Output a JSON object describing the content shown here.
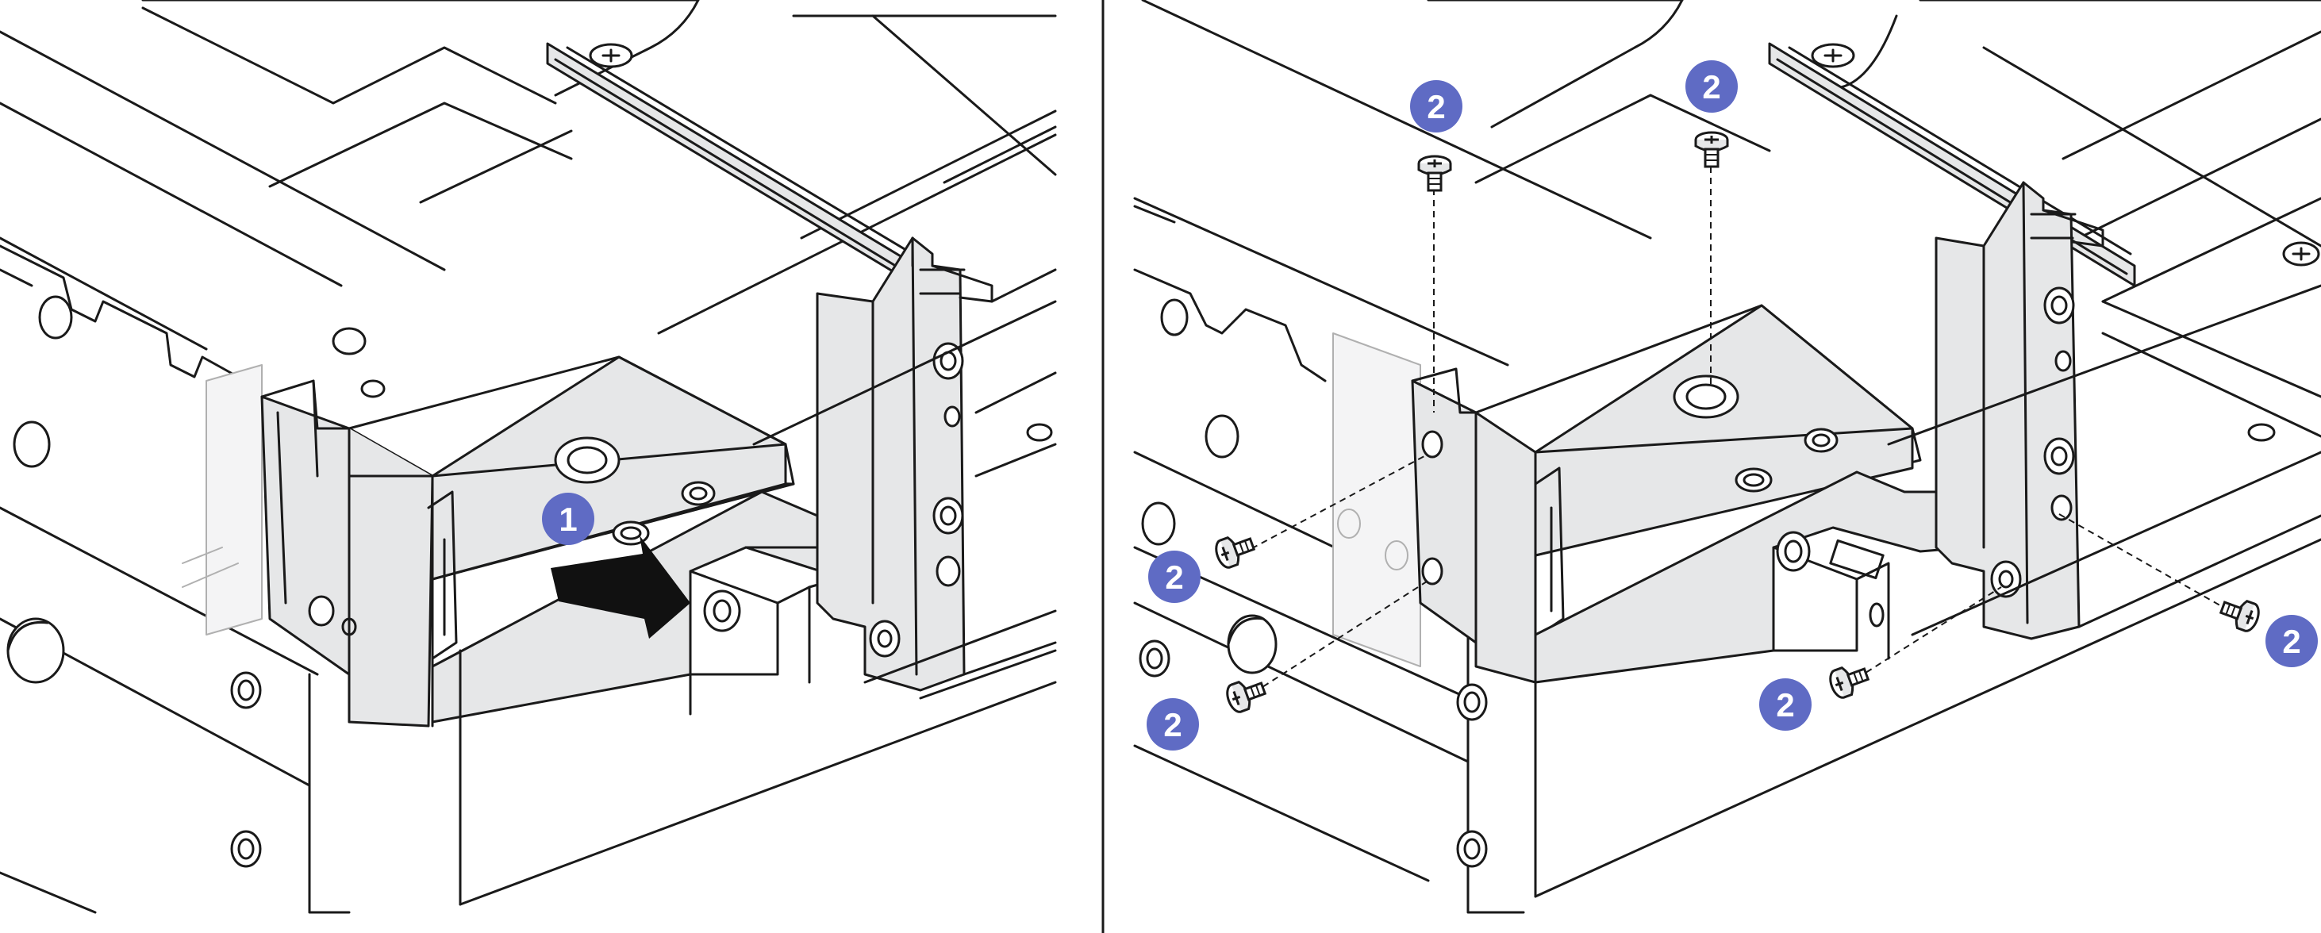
{
  "colors": {
    "background": "#ffffff",
    "line": "#1a1a1a",
    "bracket_fill": "#e6e7e8",
    "callout": "#5f6bc4",
    "callout_text": "#ffffff",
    "arrow": "#111111"
  },
  "panels": [
    {
      "name": "step-1-panel",
      "callouts": [
        {
          "label": "1"
        }
      ]
    },
    {
      "name": "step-2-panel",
      "callouts": [
        {
          "label": "2"
        },
        {
          "label": "2"
        },
        {
          "label": "2"
        },
        {
          "label": "2"
        },
        {
          "label": "2"
        },
        {
          "label": "2"
        }
      ]
    }
  ],
  "icons": [
    "phillips-screw-icon",
    "push-arrow-icon",
    "callout-badge-icon"
  ]
}
